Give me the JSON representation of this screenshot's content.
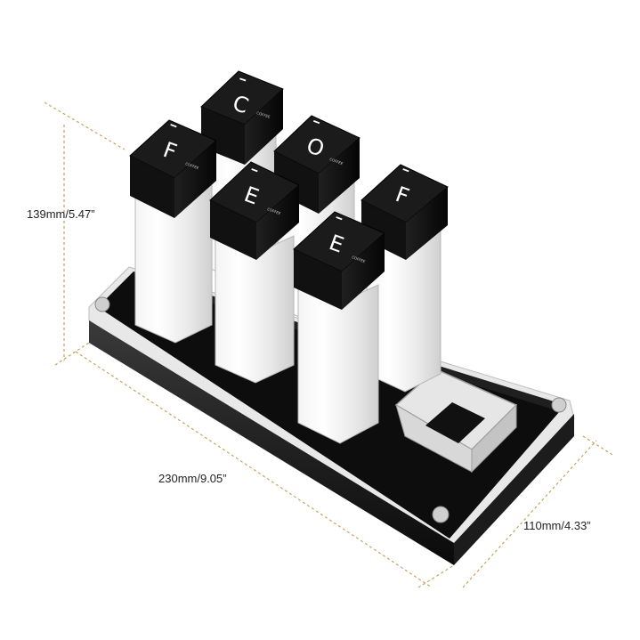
{
  "dimensions": {
    "height": "139mm/5.47”",
    "length": "230mm/9.05”",
    "width": "110mm/4.33”"
  },
  "canisters": [
    {
      "letter": "C",
      "mark": "¯",
      "cap_text": "COFFEE"
    },
    {
      "letter": "F",
      "mark": "¯",
      "cap_text": "COFFEE"
    },
    {
      "letter": "O",
      "mark": "¯",
      "cap_text": "COFFEE"
    },
    {
      "letter": "E",
      "mark": "¯",
      "cap_text": "COFFEE"
    },
    {
      "letter": "F",
      "mark": "¯",
      "cap_text": "COFFEE"
    },
    {
      "letter": "E",
      "mark": "¯",
      "cap_text": "COFFEE"
    }
  ],
  "colors": {
    "cap": "#111111",
    "tray_top": "#0d0d0d",
    "tray_edge": "#1a1a1a",
    "dimension_line": "#c8a25a"
  }
}
